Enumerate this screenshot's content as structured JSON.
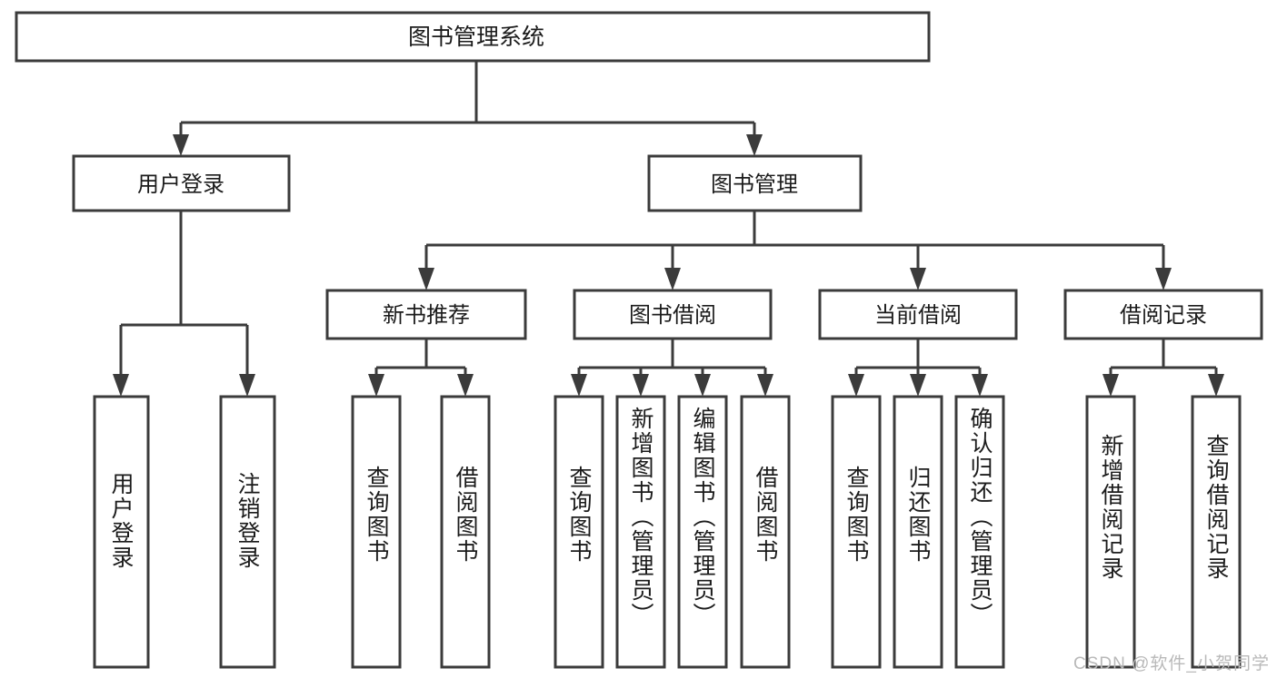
{
  "diagram": {
    "type": "tree",
    "title": "图书管理系统",
    "orientation": "top-down",
    "colors": {
      "box_fill": "#ffffff",
      "box_stroke": "#3b3b3b",
      "connector": "#3b3b3b",
      "text": "#1b1b1b",
      "watermark": "#b9b9b9",
      "background": "#ffffff"
    },
    "root": {
      "id": "root",
      "label": "图书管理系统",
      "level": 1
    },
    "level2": [
      {
        "id": "user-login",
        "label": "用户登录",
        "level": 2
      },
      {
        "id": "book-management",
        "label": "图书管理",
        "level": 2
      }
    ],
    "level3": [
      {
        "id": "new-book-recommend",
        "label": "新书推荐",
        "level": 3,
        "parent": "book-management"
      },
      {
        "id": "book-borrow",
        "label": "图书借阅",
        "level": 3,
        "parent": "book-management"
      },
      {
        "id": "current-borrow",
        "label": "当前借阅",
        "level": 3,
        "parent": "book-management"
      },
      {
        "id": "borrow-record",
        "label": "借阅记录",
        "level": 3,
        "parent": "book-management"
      }
    ],
    "leaves": [
      {
        "id": "leaf-user-login",
        "label": "用户登录",
        "parent": "user-login"
      },
      {
        "id": "leaf-user-logout",
        "label": "注销登录",
        "parent": "user-login"
      },
      {
        "id": "leaf-query-book-1",
        "label": "查询图书",
        "parent": "new-book-recommend"
      },
      {
        "id": "leaf-borrow-book-1",
        "label": "借阅图书",
        "parent": "new-book-recommend"
      },
      {
        "id": "leaf-query-book-2",
        "label": "查询图书",
        "parent": "book-borrow"
      },
      {
        "id": "leaf-add-book",
        "label": "新增图书（管理员）",
        "parent": "book-borrow"
      },
      {
        "id": "leaf-edit-book",
        "label": "编辑图书（管理员）",
        "parent": "book-borrow"
      },
      {
        "id": "leaf-borrow-book-2",
        "label": "借阅图书",
        "parent": "book-borrow"
      },
      {
        "id": "leaf-query-book-3",
        "label": "查询图书",
        "parent": "current-borrow"
      },
      {
        "id": "leaf-return-book",
        "label": "归还图书",
        "parent": "current-borrow"
      },
      {
        "id": "leaf-confirm-return",
        "label": "确认归还（管理员）",
        "parent": "current-borrow"
      },
      {
        "id": "leaf-add-record",
        "label": "新增借阅记录",
        "parent": "borrow-record"
      },
      {
        "id": "leaf-query-record",
        "label": "查询借阅记录",
        "parent": "borrow-record"
      }
    ]
  },
  "watermark": {
    "text": "CSDN @软件_小贺同学"
  }
}
